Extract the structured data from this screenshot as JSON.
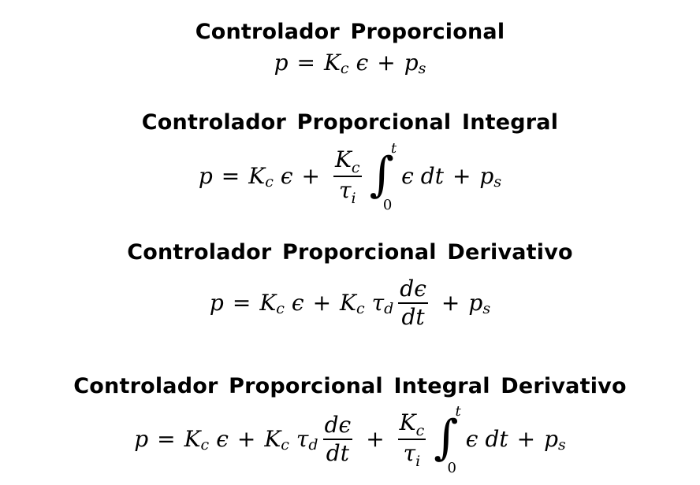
{
  "sections": [
    {
      "title": "Controlador Proporcional",
      "formula": {
        "p": "p",
        "eq": "=",
        "K": "K",
        "c": "c",
        "eps": "ϵ",
        "plus": "+",
        "ps_p": "p",
        "ps_s": "s"
      }
    },
    {
      "title": "Controlador Proporcional Integral",
      "formula": {
        "p": "p",
        "eq": "=",
        "K": "K",
        "c": "c",
        "eps": "ϵ",
        "plus": "+",
        "tau": "τ",
        "i": "i",
        "int": "∫",
        "up": "t",
        "lo": "0",
        "dt": "dt",
        "ps_p": "p",
        "ps_s": "s"
      }
    },
    {
      "title": "Controlador Proporcional Derivativo",
      "formula": {
        "p": "p",
        "eq": "=",
        "K": "K",
        "c": "c",
        "eps": "ϵ",
        "plus": "+",
        "tau": "τ",
        "d": "d",
        "num": "dϵ",
        "den": "dt",
        "ps_p": "p",
        "ps_s": "s"
      }
    },
    {
      "title": "Controlador Proporcional Integral Derivativo",
      "formula": {
        "p": "p",
        "eq": "=",
        "K": "K",
        "c": "c",
        "eps": "ϵ",
        "plus": "+",
        "tau": "τ",
        "d": "d",
        "i": "i",
        "num": "dϵ",
        "den": "dt",
        "int": "∫",
        "up": "t",
        "lo": "0",
        "dt": "dt",
        "ps_p": "p",
        "ps_s": "s"
      }
    }
  ]
}
